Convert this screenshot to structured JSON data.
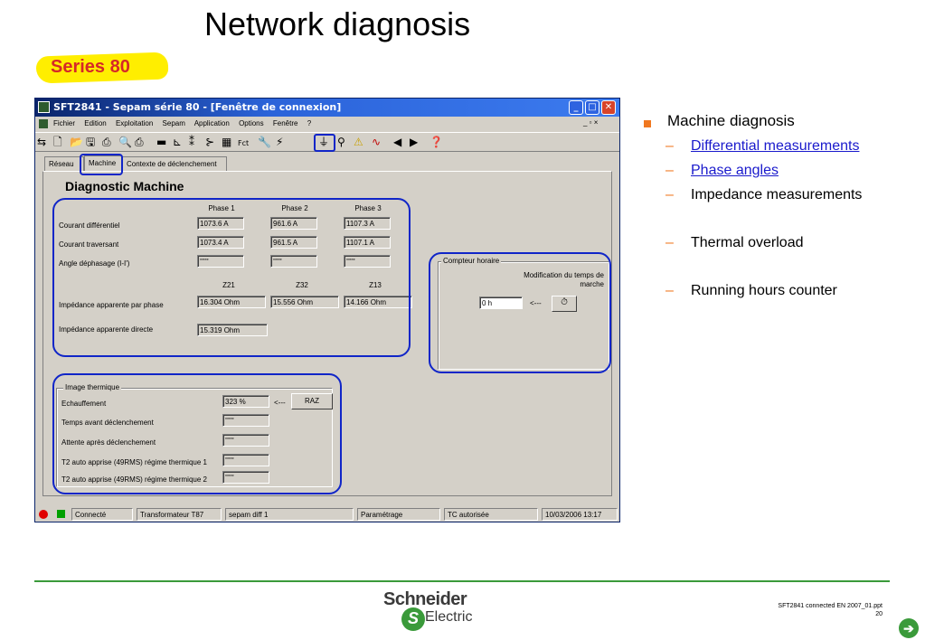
{
  "slide": {
    "title": "Network diagnosis",
    "series": "Series 80"
  },
  "window": {
    "title": "SFT2841 - Sepam série 80 - [Fenêtre de connexion]",
    "controls": {
      "minimize": "_",
      "maximize": "□",
      "close": "✕"
    }
  },
  "menubar": {
    "items": [
      "Fichier",
      "Edition",
      "Exploitation",
      "Sepam",
      "Application",
      "Options",
      "Fenêtre",
      "?"
    ],
    "mdi_controls": "_ ▫ ×"
  },
  "toolbar": {
    "fct_label": "Fct"
  },
  "tabs": [
    "Réseau",
    "Machine",
    "Contexte de déclenchement"
  ],
  "diagnostic": {
    "title": "Diagnostic Machine",
    "phase_headers": [
      "Phase 1",
      "Phase 2",
      "Phase 3"
    ],
    "rows": [
      {
        "label": "Courant différentiel",
        "values": [
          "1073.6 A",
          "961.6 A",
          "1107.3 A"
        ]
      },
      {
        "label": "Courant traversant",
        "values": [
          "1073.4 A",
          "961.5 A",
          "1107.1 A"
        ]
      },
      {
        "label": "Angle déphasage (I-I')",
        "values": [
          "*****",
          "*****",
          "*****"
        ]
      }
    ],
    "impedance_headers": [
      "Z21",
      "Z32",
      "Z13"
    ],
    "impedance_phase": {
      "label": "Impédance apparente par phase",
      "values": [
        "16.304 Ohm",
        "15.556 Ohm",
        "14.166 Ohm"
      ]
    },
    "impedance_direct": {
      "label": "Impédance apparente directe",
      "value": "15.319 Ohm"
    }
  },
  "compteur": {
    "group_title": "Compteur horaire",
    "modification_label": "Modification du temps de marche",
    "value": "0 h",
    "arrow": "<---"
  },
  "thermal": {
    "group_title": "Image thermique",
    "echauffement": {
      "label": "Echauffement",
      "value": "323 %"
    },
    "arrow": "<---",
    "raz_label": "RAZ",
    "rows": [
      {
        "label": "Temps avant déclenchement",
        "value": "*****"
      },
      {
        "label": "Attente après déclenchement",
        "value": "*****"
      },
      {
        "label": "T2 auto apprise (49RMS) régime thermique 1",
        "value": "*****"
      },
      {
        "label": "T2 auto apprise (49RMS) régime thermique 2",
        "value": "*****"
      }
    ]
  },
  "statusbar": {
    "connection": "Connecté",
    "transformer": "Transformateur T87",
    "device": "sepam diff 1",
    "mode": "Paramétrage",
    "tc": "TC autorisée",
    "datetime": "10/03/2006  13:17"
  },
  "bullets": {
    "main": "Machine diagnosis",
    "subs": [
      {
        "text": "Differential measurements",
        "link": true
      },
      {
        "text": "Phase angles",
        "link": true
      },
      {
        "text": "Impedance measurements",
        "link": false
      },
      {
        "text": "Thermal overload",
        "link": false
      },
      {
        "text": "Running hours counter",
        "link": false
      }
    ]
  },
  "footer": {
    "logo_top": "Schneider",
    "logo_bottom": "Electric",
    "doc_ref": "SFT2841 connected EN 2007_01.ppt",
    "page": "20",
    "next_icon": "➔"
  },
  "colors": {
    "highlight": "#1025c8",
    "bullet_orange": "#f07820",
    "footer_green": "#3a9a3a",
    "series_yellow": "#ffee00",
    "series_red": "#d62828"
  }
}
